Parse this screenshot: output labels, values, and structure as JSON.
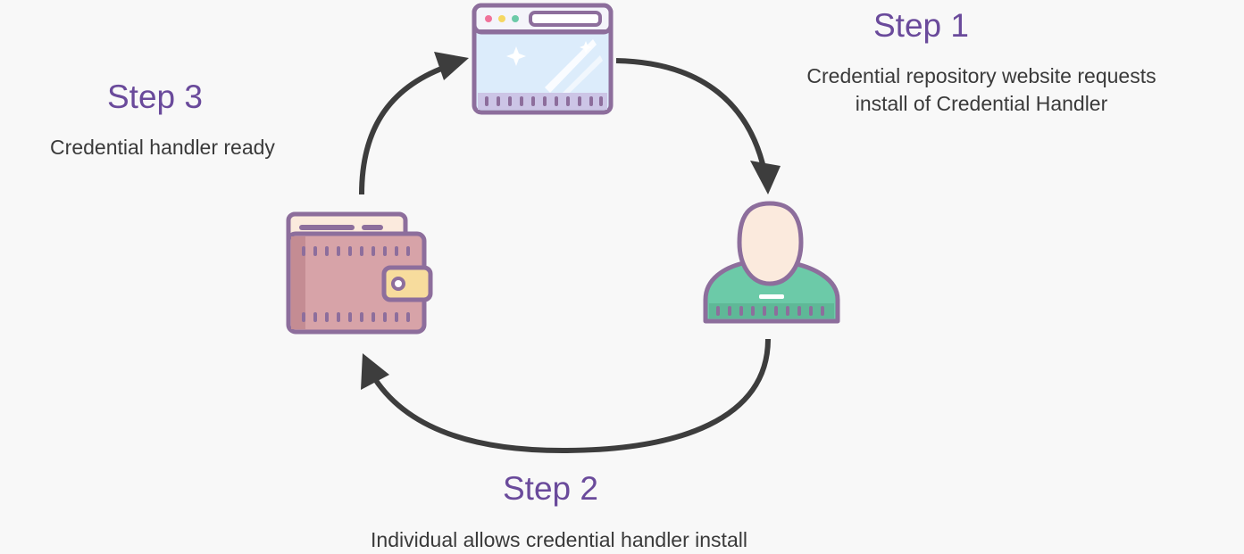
{
  "steps": [
    {
      "title": "Step 1",
      "description_lines": [
        "Credential repository website requests",
        "install of Credential Handler"
      ]
    },
    {
      "title": "Step 2",
      "description_lines": [
        "Individual allows credential handler install"
      ]
    },
    {
      "title": "Step 3",
      "description_lines": [
        "Credential handler ready"
      ]
    }
  ],
  "icons": {
    "browser": "browser-window-icon",
    "person": "person-icon",
    "wallet": "wallet-icon"
  },
  "colors": {
    "title": "#6a4a9b",
    "text": "#3a3a3a",
    "arrow": "#3d3d3d",
    "outline": "#8d6e9c",
    "browser_fill": "#dcecfb",
    "person_head": "#fbeadd",
    "person_body": "#6ccaa8",
    "wallet_fill": "#d7a3a8",
    "wallet_clasp": "#f7dc9d"
  }
}
